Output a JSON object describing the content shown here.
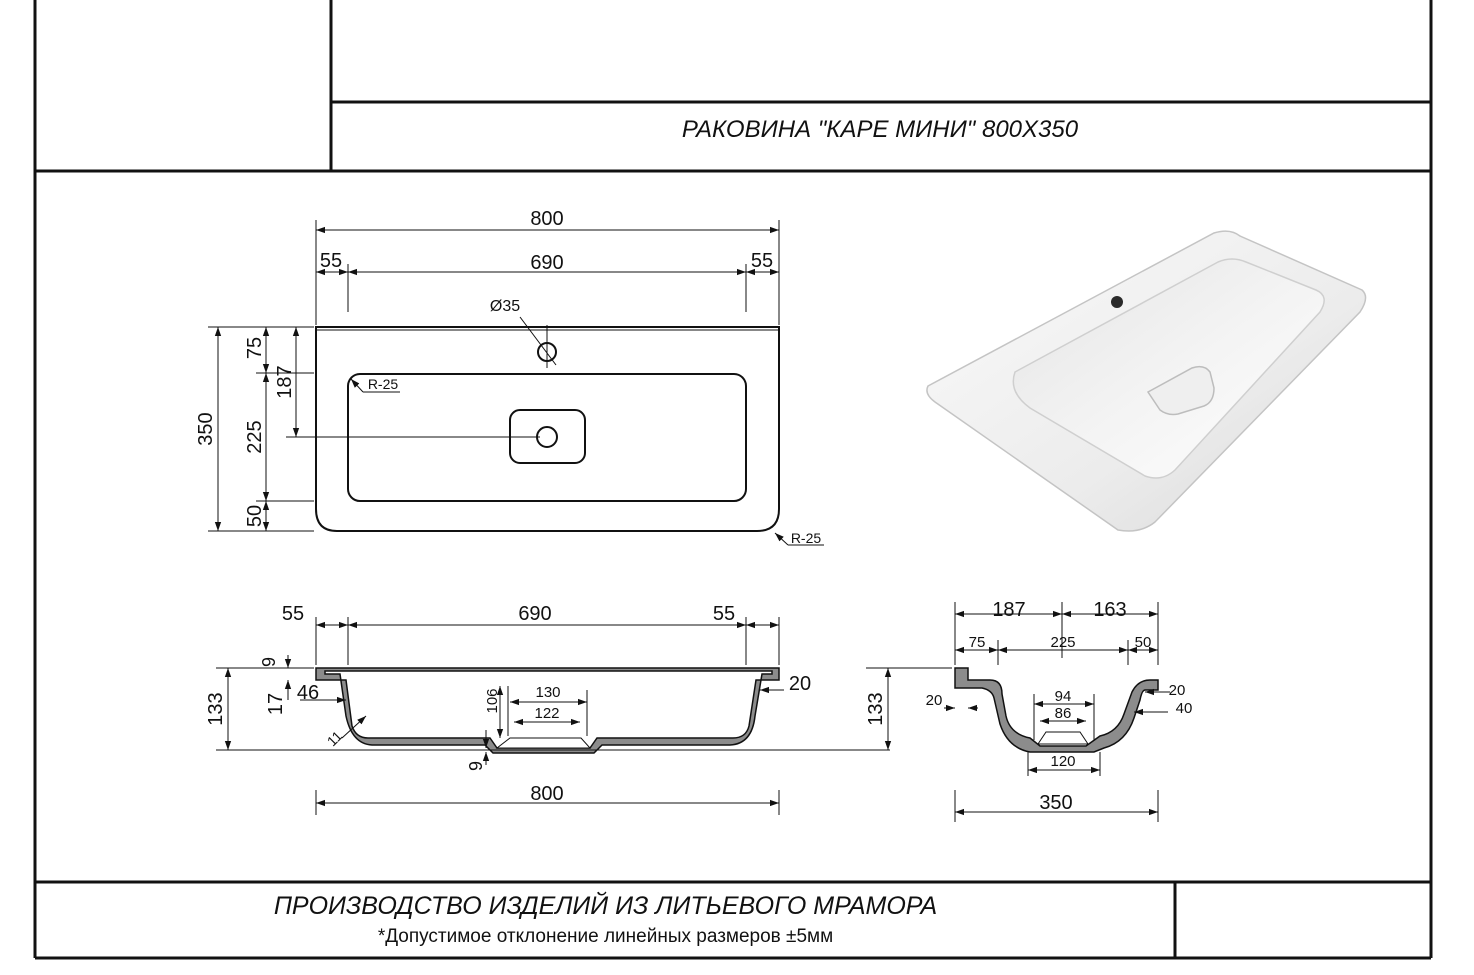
{
  "title_block": {
    "title": "РАКОВИНА \"КАРЕ МИНИ\" 800X350",
    "company": "ПРОИЗВОДСТВО ИЗДЕЛИЙ ИЗ ЛИТЬЕВОГО МРАМОРА",
    "note": "*Допустимое отклонение линейных размеров  ±5мм"
  },
  "top_view": {
    "overall_width": "800",
    "side_margin_left": "55",
    "bowl_width": "690",
    "side_margin_right": "55",
    "tap_hole": "Ø35",
    "inner_radius": "R-25",
    "outer_radius": "R-25",
    "depth_total": "350",
    "back_margin": "75",
    "drain_offset": "187",
    "bowl_depth": "225",
    "front_margin": "50"
  },
  "front_section": {
    "margin_left": "55",
    "bowl_width": "690",
    "margin_right": "55",
    "rim_thickness": "9",
    "rim_step": "17",
    "rim_width": "46",
    "height": "133",
    "wall": "11",
    "bowl_height": "106",
    "drain_outer": "130",
    "drain_inner": "122",
    "bottom_thickness": "9",
    "edge_thickness": "20",
    "overall_width": "800"
  },
  "side_section": {
    "back_to_drain": "187",
    "drain_to_front": "163",
    "back_margin": "75",
    "bowl_depth": "225",
    "front_margin": "50",
    "height": "133",
    "back_wall": "20",
    "drain_outer": "94",
    "drain_inner": "86",
    "front_wall": "20",
    "front_lip": "40",
    "drain_base": "120",
    "overall_depth": "350"
  },
  "colors": {
    "line": "#111111",
    "section_fill": "#8c8c8c",
    "background": "#ffffff"
  }
}
